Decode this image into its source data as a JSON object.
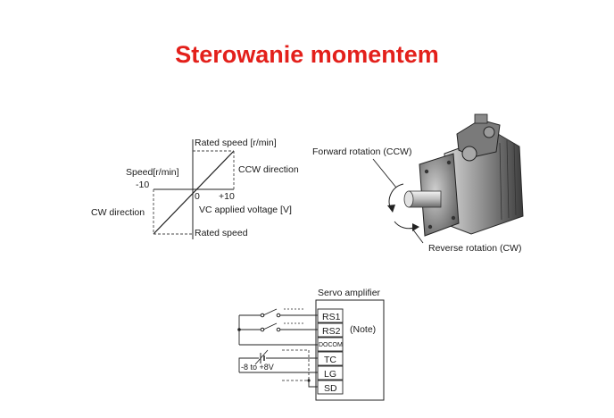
{
  "slide": {
    "title": "Sterowanie momentem"
  },
  "graph": {
    "top_label": "Rated speed [r/min]",
    "bottom_label": "Rated speed",
    "ccw_label": "CCW direction",
    "cw_label": "CW direction",
    "y_axis_label": "Speed[r/min]",
    "x_axis_label": "VC applied voltage [V]",
    "neg_tick": "-10",
    "zero_tick": "0",
    "pos_tick": "+10"
  },
  "motor": {
    "forward_label": "Forward rotation (CCW)",
    "reverse_label": "Reverse rotation (CW)"
  },
  "wiring": {
    "amplifier_label": "Servo amplifier",
    "terminals": [
      "RS1",
      "RS2",
      "DOCOM",
      "TC",
      "LG",
      "SD"
    ],
    "note": "(Note)",
    "voltage_range": "-8 to +8V"
  }
}
